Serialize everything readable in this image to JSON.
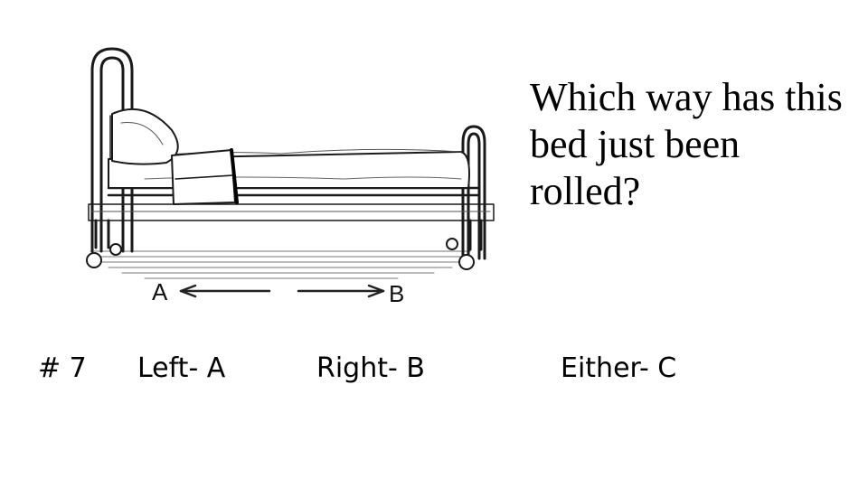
{
  "slide": {
    "question": "Which way has this bed just been rolled?",
    "number": "# 7",
    "options": [
      "Left- A",
      "Right- B",
      "Either- C"
    ],
    "figure": {
      "left_label": "A",
      "right_label": "B"
    }
  }
}
